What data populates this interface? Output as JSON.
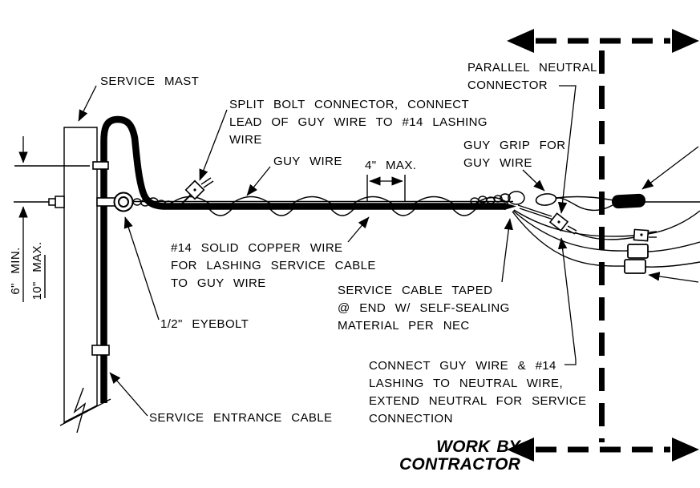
{
  "diagram": {
    "title_hint": "Service mast guy wire lashing detail",
    "labels": {
      "service_mast": "SERVICE MAST",
      "split_bolt": [
        "SPLIT BOLT CONNECTOR, CONNECT",
        "LEAD OF GUY WIRE TO #14 LASHING",
        "WIRE"
      ],
      "guy_wire": "GUY WIRE",
      "parallel_neutral": [
        "PARALLEL NEUTRAL",
        "CONNECTOR"
      ],
      "guy_grip": [
        "GUY GRIP FOR",
        "GUY WIRE"
      ],
      "lashing_wire": [
        "#14 SOLID COPPER WIRE",
        "FOR LASHING SERVICE CABLE",
        "TO GUY WIRE"
      ],
      "eyebolt": "1/2\" EYEBOLT",
      "cable_taped": [
        "SERVICE CABLE TAPED",
        "@ END W/ SELF-SEALING",
        "MATERIAL PER NEC"
      ],
      "connect_guy": [
        "CONNECT GUY WIRE & #14",
        "LASHING TO NEUTRAL WIRE,",
        "EXTEND NEUTRAL FOR SERVICE",
        "CONNECTION"
      ],
      "entrance_cable": "SERVICE ENTRANCE CABLE",
      "work_by": [
        "WORK BY",
        "CONTRACTOR"
      ]
    },
    "dimensions": {
      "lashing_spacing": "4\" MAX.",
      "offset_min": "6\" MIN.",
      "offset_max": "10\" MAX."
    },
    "colors": {
      "ink": "#000000",
      "paper": "#ffffff"
    }
  }
}
